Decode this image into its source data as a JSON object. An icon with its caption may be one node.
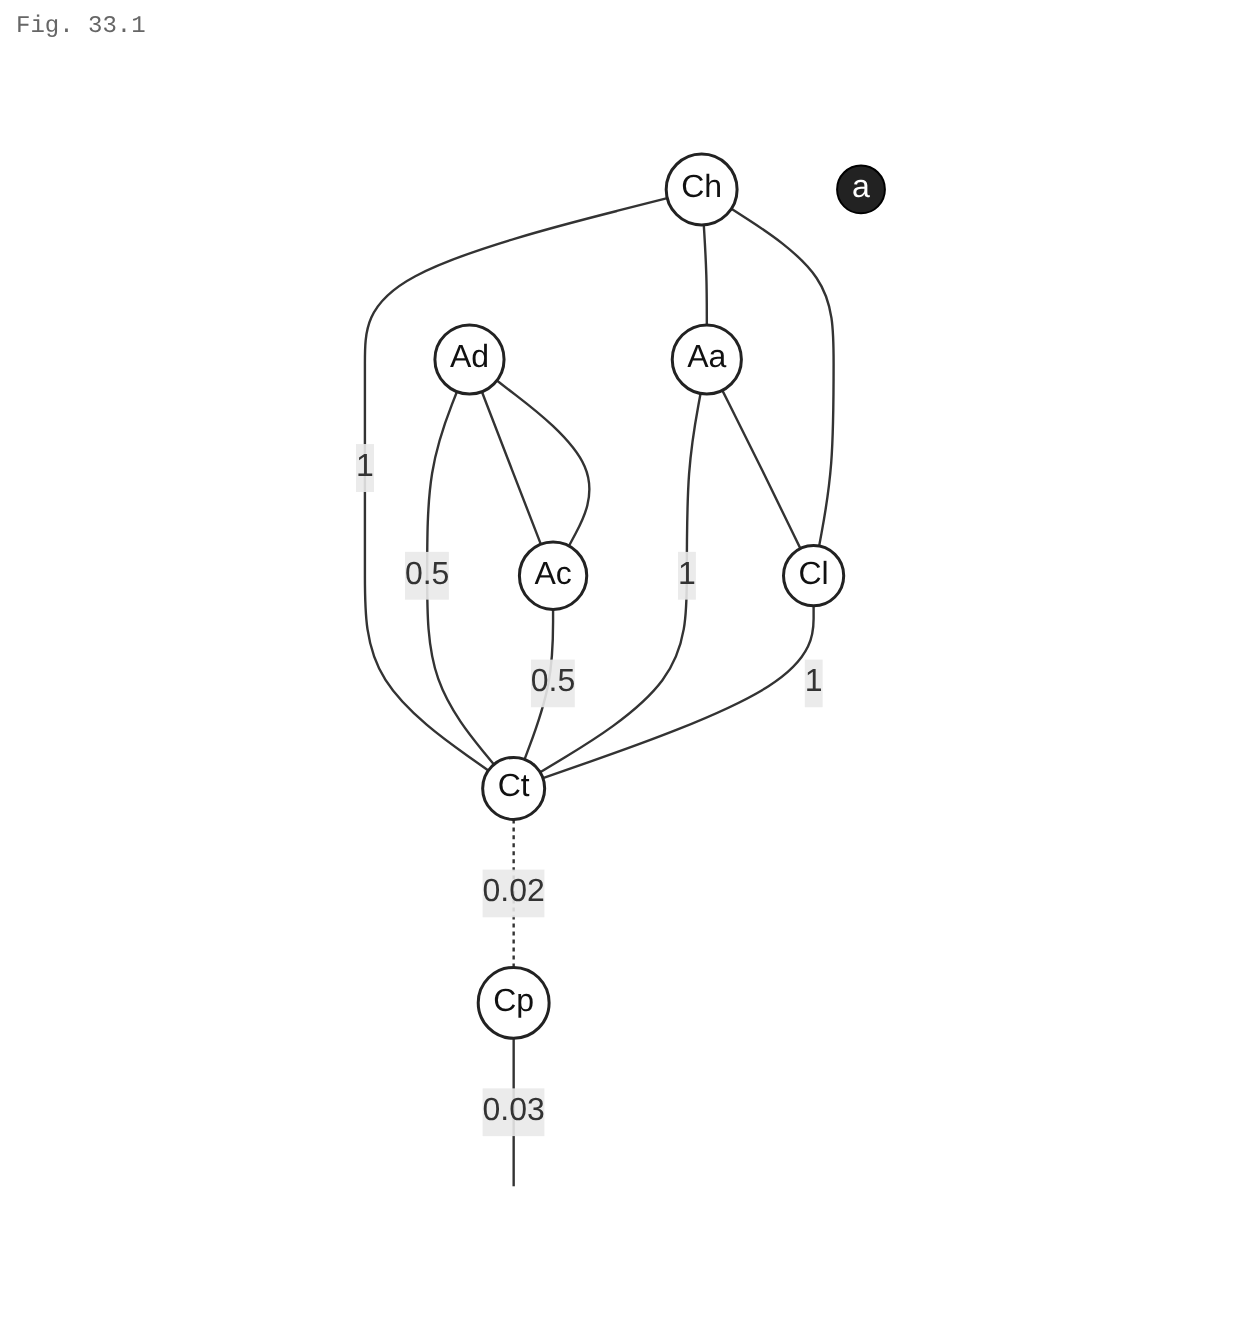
{
  "diagram": {
    "title": "Fig. 33.1",
    "nodes": [
      {
        "text": [
          "Aa"
        ]
      },
      {
        "text": [
          "Ch"
        ]
      },
      {
        "text": [
          "Cl"
        ]
      },
      {
        "text": [
          "Ct"
        ]
      },
      {
        "text": [
          "a"
        ]
      },
      {
        "text": [
          "Cp"
        ]
      },
      {
        "text": [
          "Ad"
        ]
      },
      {
        "text": [
          "Ac"
        ]
      }
    ],
    "edges": [
      {
        "from": 0,
        "to": 3,
        "arrow": "none",
        "label": "1"
      },
      {
        "from": 1,
        "to": 3,
        "arrow": "none",
        "label": "1"
      },
      {
        "from": 2,
        "to": 3,
        "arrow": "none",
        "label": "1"
      },
      {
        "from": 3,
        "to": 5,
        "arrow": "none",
        "label": "0.02",
        "style": "dashed"
      },
      {
        "from": 5,
        "to": null,
        "arrow": "none",
        "label": "0.03"
      },
      {
        "from": 6,
        "to": 3,
        "arrow": "none",
        "label": "0.5"
      },
      {
        "from": 7,
        "to": 3,
        "arrow": "none",
        "label": "0.5"
      },
      {
        "from": 1,
        "to": 0,
        "arrow": "none"
      },
      {
        "from": 0,
        "to": 2,
        "arrow": "none"
      },
      {
        "from": 1,
        "to": 2,
        "arrow": "none"
      },
      {
        "from": 6,
        "to": 7,
        "arrow": "none"
      },
      {
        "from": 6,
        "to": 7,
        "arrow": "none"
      }
    ]
  }
}
